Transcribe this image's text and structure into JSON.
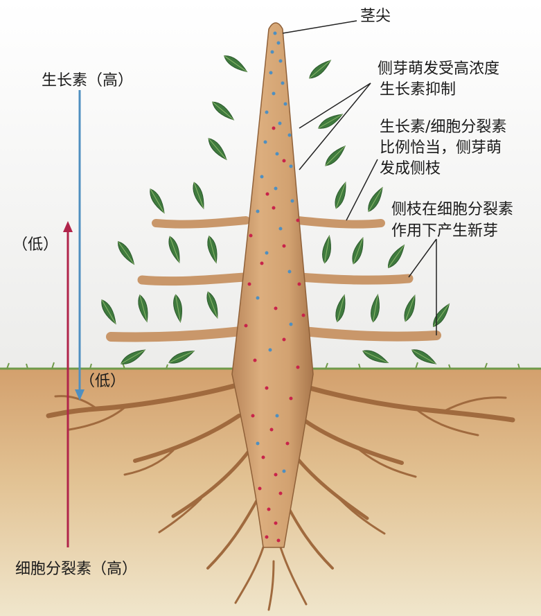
{
  "labels": {
    "stem_tip": "茎尖",
    "lateral_inhibited_l1": "侧芽萌发受高浓度",
    "lateral_inhibited_l2": "生长素抑制",
    "ratio_l1": "生长素/细胞分裂素",
    "ratio_l2": "比例恰当，侧芽萌",
    "ratio_l3": "发成侧枝",
    "new_bud_l1": "侧枝在细胞分裂素",
    "new_bud_l2": "作用下产生新芽",
    "auxin_high": "生长素（高）",
    "auxin_low": "（低）",
    "cytokinin_low": "（低）",
    "cytokinin_high": "细胞分裂素（高）"
  },
  "colors": {
    "sky": "#f3f3f1",
    "soil_top": "#d3a06d",
    "soil_bottom": "#ede2c6",
    "grass": "#6f9a4a",
    "trunk": "#d6a877",
    "trunk_shade": "#b9865a",
    "root": "#a06a3e",
    "leaf": "#3f7a3e",
    "leaf_light": "#7aa65a",
    "auxin_dot": "#4f8fc0",
    "cytokinin_dot": "#c8234a",
    "auxin_arrow": "#4f8fc0",
    "cytokinin_arrow": "#b0244a",
    "leader_line": "#222222"
  }
}
